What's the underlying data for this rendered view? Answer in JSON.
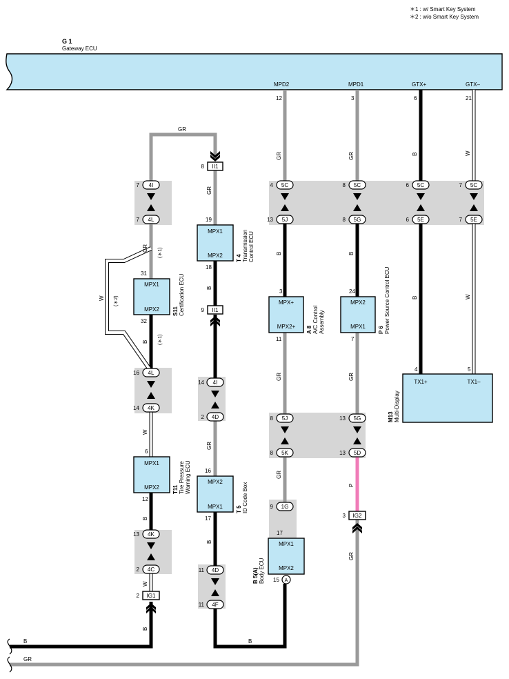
{
  "notes": {
    "n1": "＊1 : w/ Smart Key System",
    "n2": "＊2 : w/o Smart Key System"
  },
  "gateway": {
    "code": "G 1",
    "name": "Gateway ECU"
  },
  "gateway_terminals": {
    "mpd2": {
      "name": "MPD2",
      "pin": "12"
    },
    "mpd1": {
      "name": "MPD1",
      "pin": "3"
    },
    "gtxp": {
      "name": "GTX+",
      "pin": "6"
    },
    "gtxm": {
      "name": "GTX–",
      "pin": "21"
    }
  },
  "components": {
    "t4": {
      "code": "T 4",
      "name1": "Transmission",
      "name2": "Control ECU",
      "port_top": "MPX1",
      "port_bottom": "MPX2",
      "pin_top": "19",
      "pin_bottom": "18"
    },
    "s11": {
      "code": "S11",
      "name1": "Certification ECU",
      "port_top": "MPX1",
      "port_bottom": "MPX2",
      "pin_top": "31",
      "pin_bottom": "32"
    },
    "a8": {
      "code": "A 8",
      "name1": "A/C Control",
      "name2": "Assembly",
      "port_top": "MPX+",
      "port_bottom": "MPX2+",
      "pin_top": "3",
      "pin_bottom": "11"
    },
    "p6": {
      "code": "P 6",
      "name1": "Power Source Control ECU",
      "port_top": "MPX2",
      "port_bottom": "MPX1",
      "pin_top": "24",
      "pin_bottom": "7"
    },
    "m13": {
      "code": "M13",
      "name1": "Multi-Display",
      "port_left": "TX1+",
      "port_right": "TX1–",
      "pin_left": "4",
      "pin_right": "5"
    },
    "t11": {
      "code": "T11",
      "name1": "Tire Pressure",
      "name2": "Warning ECU",
      "port_top": "MPX1",
      "port_bottom": "MPX2",
      "pin_top": "6",
      "pin_bottom": "12"
    },
    "t5": {
      "code": "T 5",
      "name1": "ID Code Box",
      "port_top": "MPX2",
      "port_bottom": "MPX1",
      "pin_top": "16",
      "pin_bottom": "17"
    },
    "b5": {
      "code": "B 5(A)",
      "name1": "Body ECU",
      "port_top": "MPX1",
      "port_bottom": "MPX2",
      "pin_top": "17",
      "pin_bottom": "15",
      "pin_conn": "A"
    }
  },
  "connectors": {
    "c5c_a": {
      "label": "5C",
      "pin": "4"
    },
    "c5c_b": {
      "label": "5C",
      "pin": "8"
    },
    "c5c_c": {
      "label": "5C",
      "pin": "6"
    },
    "c5c_d": {
      "label": "5C",
      "pin": "7"
    },
    "c5j_a": {
      "label": "5J",
      "pin": "13"
    },
    "c5g_a": {
      "label": "5G",
      "pin": "8"
    },
    "c5e_a": {
      "label": "5E",
      "pin": "6"
    },
    "c5e_b": {
      "label": "5E",
      "pin": "7"
    },
    "c4i_a": {
      "label": "4I",
      "pin": "7"
    },
    "c4l_a": {
      "label": "4L",
      "pin": "7"
    },
    "c4l_b": {
      "label": "4L",
      "pin": "16"
    },
    "c4k_a": {
      "label": "4K",
      "pin": "14"
    },
    "c4k_b": {
      "label": "4K",
      "pin": "13"
    },
    "c4c_a": {
      "label": "4C",
      "pin": "2"
    },
    "c4i_b": {
      "label": "4I",
      "pin": "14"
    },
    "c4d_a": {
      "label": "4D",
      "pin": "2"
    },
    "c4d_b": {
      "label": "4D",
      "pin": "11"
    },
    "c4f_a": {
      "label": "4F",
      "pin": "11"
    },
    "c5j_b": {
      "label": "5J",
      "pin": "8"
    },
    "c5k_a": {
      "label": "5K",
      "pin": "8"
    },
    "c5g_b": {
      "label": "5G",
      "pin": "13"
    },
    "c5d_a": {
      "label": "5D",
      "pin": "13"
    },
    "c1g_a": {
      "label": "1G",
      "pin": "9"
    },
    "ii1_a": {
      "label": "II1",
      "pin": "8"
    },
    "ii1_b": {
      "label": "II1",
      "pin": "9"
    },
    "ig1_a": {
      "label": "IG1",
      "pin": "2"
    },
    "ig2_a": {
      "label": "IG2",
      "pin": "3"
    }
  },
  "wire_colors": {
    "mpd2_top": "GR",
    "mpd1_top": "GR",
    "gtxp_top": "B",
    "gtxm_top": "W",
    "c5j_a4": "B",
    "c5g_p6": "B",
    "c5e_m13": "B",
    "c5e_m13w": "W",
    "a8_c5j": "GR",
    "p6_c5g": "GR",
    "c5k_1g": "GR",
    "c5d_ig2": "P",
    "ig2_bottom": "GR",
    "t4_top_loop": "GR",
    "ii1_t4": "GR",
    "t4_ii1": "B",
    "c4l_s11": "GR",
    "s11_c4l": "B",
    "bypass": "W",
    "c4k_t11": "W",
    "t11_c4k": "B",
    "c4c_ig1": "W",
    "ig1_bus": "B",
    "c4d_t5": "GR",
    "t5_c4d": "B",
    "bus_b": "B",
    "bus_gr": "GR"
  },
  "notes_inline": {
    "star1a": "(＊1)",
    "star1b": "(＊1)",
    "star2": "(＊2)"
  }
}
